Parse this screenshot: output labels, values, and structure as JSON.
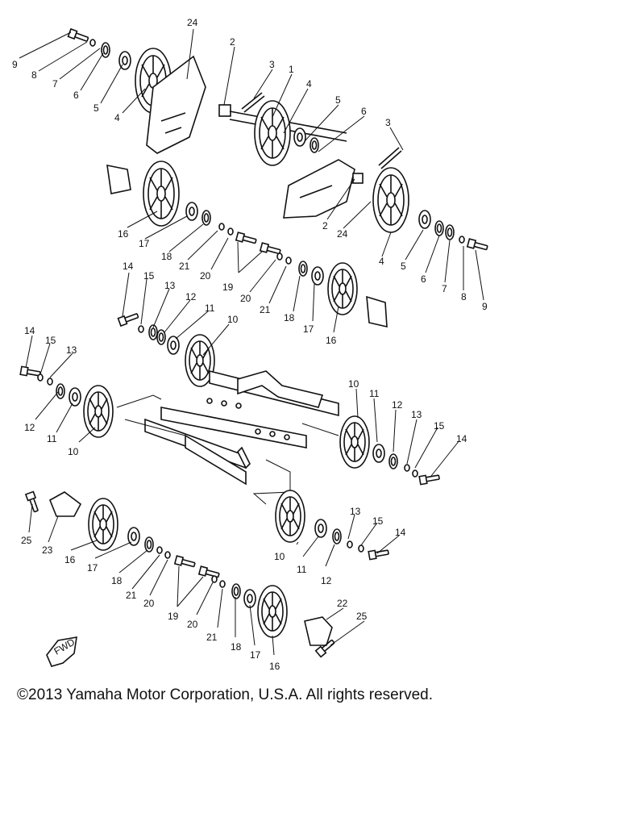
{
  "copyright": "©2013 Yamaha Motor Corporation, U.S.A. All rights reserved.",
  "fwd_label": "FWD",
  "callouts": [
    {
      "id": "c9a",
      "text": "9"
    },
    {
      "id": "c8a",
      "text": "8"
    },
    {
      "id": "c7a",
      "text": "7"
    },
    {
      "id": "c6a",
      "text": "6"
    },
    {
      "id": "c5a",
      "text": "5"
    },
    {
      "id": "c4a",
      "text": "4"
    },
    {
      "id": "c24a",
      "text": "24"
    },
    {
      "id": "c2a",
      "text": "2"
    },
    {
      "id": "c3a",
      "text": "3"
    },
    {
      "id": "c1",
      "text": "1"
    },
    {
      "id": "c4b",
      "text": "4"
    },
    {
      "id": "c5b",
      "text": "5"
    },
    {
      "id": "c6b",
      "text": "6"
    },
    {
      "id": "c3b",
      "text": "3"
    },
    {
      "id": "c2b",
      "text": "2"
    },
    {
      "id": "c24b",
      "text": "24"
    },
    {
      "id": "c4c",
      "text": "4"
    },
    {
      "id": "c5c",
      "text": "5"
    },
    {
      "id": "c6c",
      "text": "6"
    },
    {
      "id": "c7b",
      "text": "7"
    },
    {
      "id": "c8b",
      "text": "8"
    },
    {
      "id": "c9b",
      "text": "9"
    },
    {
      "id": "c16a",
      "text": "16"
    },
    {
      "id": "c17a",
      "text": "17"
    },
    {
      "id": "c18a",
      "text": "18"
    },
    {
      "id": "c21a",
      "text": "21"
    },
    {
      "id": "c20a",
      "text": "20"
    },
    {
      "id": "c19a",
      "text": "19"
    },
    {
      "id": "c20b",
      "text": "20"
    },
    {
      "id": "c21b",
      "text": "21"
    },
    {
      "id": "c18b",
      "text": "18"
    },
    {
      "id": "c17b",
      "text": "17"
    },
    {
      "id": "c16b",
      "text": "16"
    },
    {
      "id": "c14a",
      "text": "14"
    },
    {
      "id": "c15a",
      "text": "15"
    },
    {
      "id": "c13a",
      "text": "13"
    },
    {
      "id": "c12a",
      "text": "12"
    },
    {
      "id": "c11a",
      "text": "11"
    },
    {
      "id": "c10a",
      "text": "10"
    },
    {
      "id": "c14b",
      "text": "14"
    },
    {
      "id": "c15b",
      "text": "15"
    },
    {
      "id": "c13b",
      "text": "13"
    },
    {
      "id": "c12b",
      "text": "12"
    },
    {
      "id": "c11b",
      "text": "11"
    },
    {
      "id": "c10b",
      "text": "10"
    },
    {
      "id": "c10c",
      "text": "10"
    },
    {
      "id": "c11c",
      "text": "11"
    },
    {
      "id": "c12c",
      "text": "12"
    },
    {
      "id": "c13c",
      "text": "13"
    },
    {
      "id": "c15c",
      "text": "15"
    },
    {
      "id": "c14c",
      "text": "14"
    },
    {
      "id": "c25a",
      "text": "25"
    },
    {
      "id": "c23",
      "text": "23"
    },
    {
      "id": "c16c",
      "text": "16"
    },
    {
      "id": "c17c",
      "text": "17"
    },
    {
      "id": "c18c",
      "text": "18"
    },
    {
      "id": "c21c",
      "text": "21"
    },
    {
      "id": "c20c",
      "text": "20"
    },
    {
      "id": "c19b",
      "text": "19"
    },
    {
      "id": "c20d",
      "text": "20"
    },
    {
      "id": "c21d",
      "text": "21"
    },
    {
      "id": "c18d",
      "text": "18"
    },
    {
      "id": "c17d",
      "text": "17"
    },
    {
      "id": "c16d",
      "text": "16"
    },
    {
      "id": "c10d",
      "text": "10"
    },
    {
      "id": "c11d",
      "text": "11"
    },
    {
      "id": "c12d",
      "text": "12"
    },
    {
      "id": "c13d",
      "text": "13"
    },
    {
      "id": "c15d",
      "text": "15"
    },
    {
      "id": "c14d",
      "text": "14"
    },
    {
      "id": "c22",
      "text": "22"
    },
    {
      "id": "c25b",
      "text": "25"
    }
  ]
}
